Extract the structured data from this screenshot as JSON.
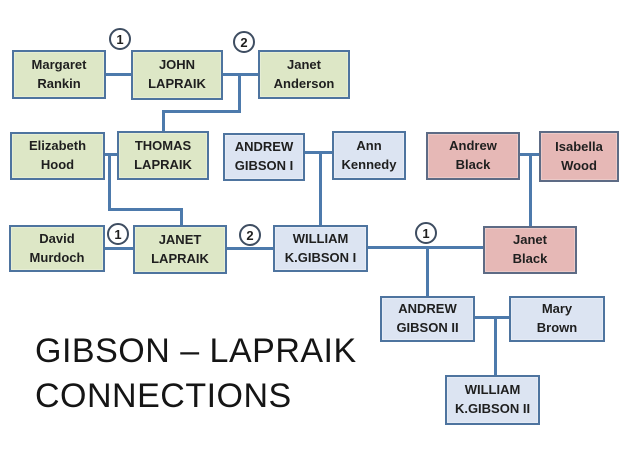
{
  "title": {
    "line1": "GIBSON – LAPRAIK",
    "line2": "CONNECTIONS"
  },
  "colors": {
    "background": "#ffffff",
    "line": "#4d7aac",
    "green-fill": "#dde7c6",
    "green-border": "#4e749f",
    "blue-fill": "#dce4f2",
    "blue-border": "#4e749f",
    "pink-fill": "#e6b8b6",
    "pink-border": "#5d6b85",
    "badge-border": "#3e4d61",
    "text": "#1f1f1f",
    "title": "#151515"
  },
  "people": [
    {
      "line1": "Margaret",
      "line2": "Rankin",
      "family": "lapraik"
    },
    {
      "line1": "JOHN",
      "line2": "LAPRAIK",
      "family": "lapraik"
    },
    {
      "line1": "Janet",
      "line2": "Anderson",
      "family": "lapraik"
    },
    {
      "line1": "Elizabeth",
      "line2": "Hood",
      "family": "lapraik"
    },
    {
      "line1": "THOMAS",
      "line2": "LAPRAIK",
      "family": "lapraik"
    },
    {
      "line1": "ANDREW",
      "line2": "GIBSON I",
      "family": "gibson"
    },
    {
      "line1": "Ann",
      "line2": "Kennedy",
      "family": "gibson"
    },
    {
      "line1": "Andrew",
      "line2": "Black",
      "family": "black"
    },
    {
      "line1": "Isabella",
      "line2": "Wood",
      "family": "black"
    },
    {
      "line1": "David",
      "line2": "Murdoch",
      "family": "lapraik"
    },
    {
      "line1": "JANET",
      "line2": "LAPRAIK",
      "family": "lapraik"
    },
    {
      "line1": "WILLIAM",
      "line2": "K.GIBSON I",
      "family": "gibson"
    },
    {
      "line1": "Janet",
      "line2": "Black",
      "family": "black"
    },
    {
      "line1": "ANDREW",
      "line2": "GIBSON II",
      "family": "gibson"
    },
    {
      "line1": "Mary",
      "line2": "Brown",
      "family": "gibson"
    },
    {
      "line1": "WILLIAM",
      "line2": "K.GIBSON II",
      "family": "gibson"
    }
  ],
  "badges": [
    {
      "label": "1"
    },
    {
      "label": "2"
    },
    {
      "label": "1"
    },
    {
      "label": "2"
    },
    {
      "label": "1"
    }
  ]
}
